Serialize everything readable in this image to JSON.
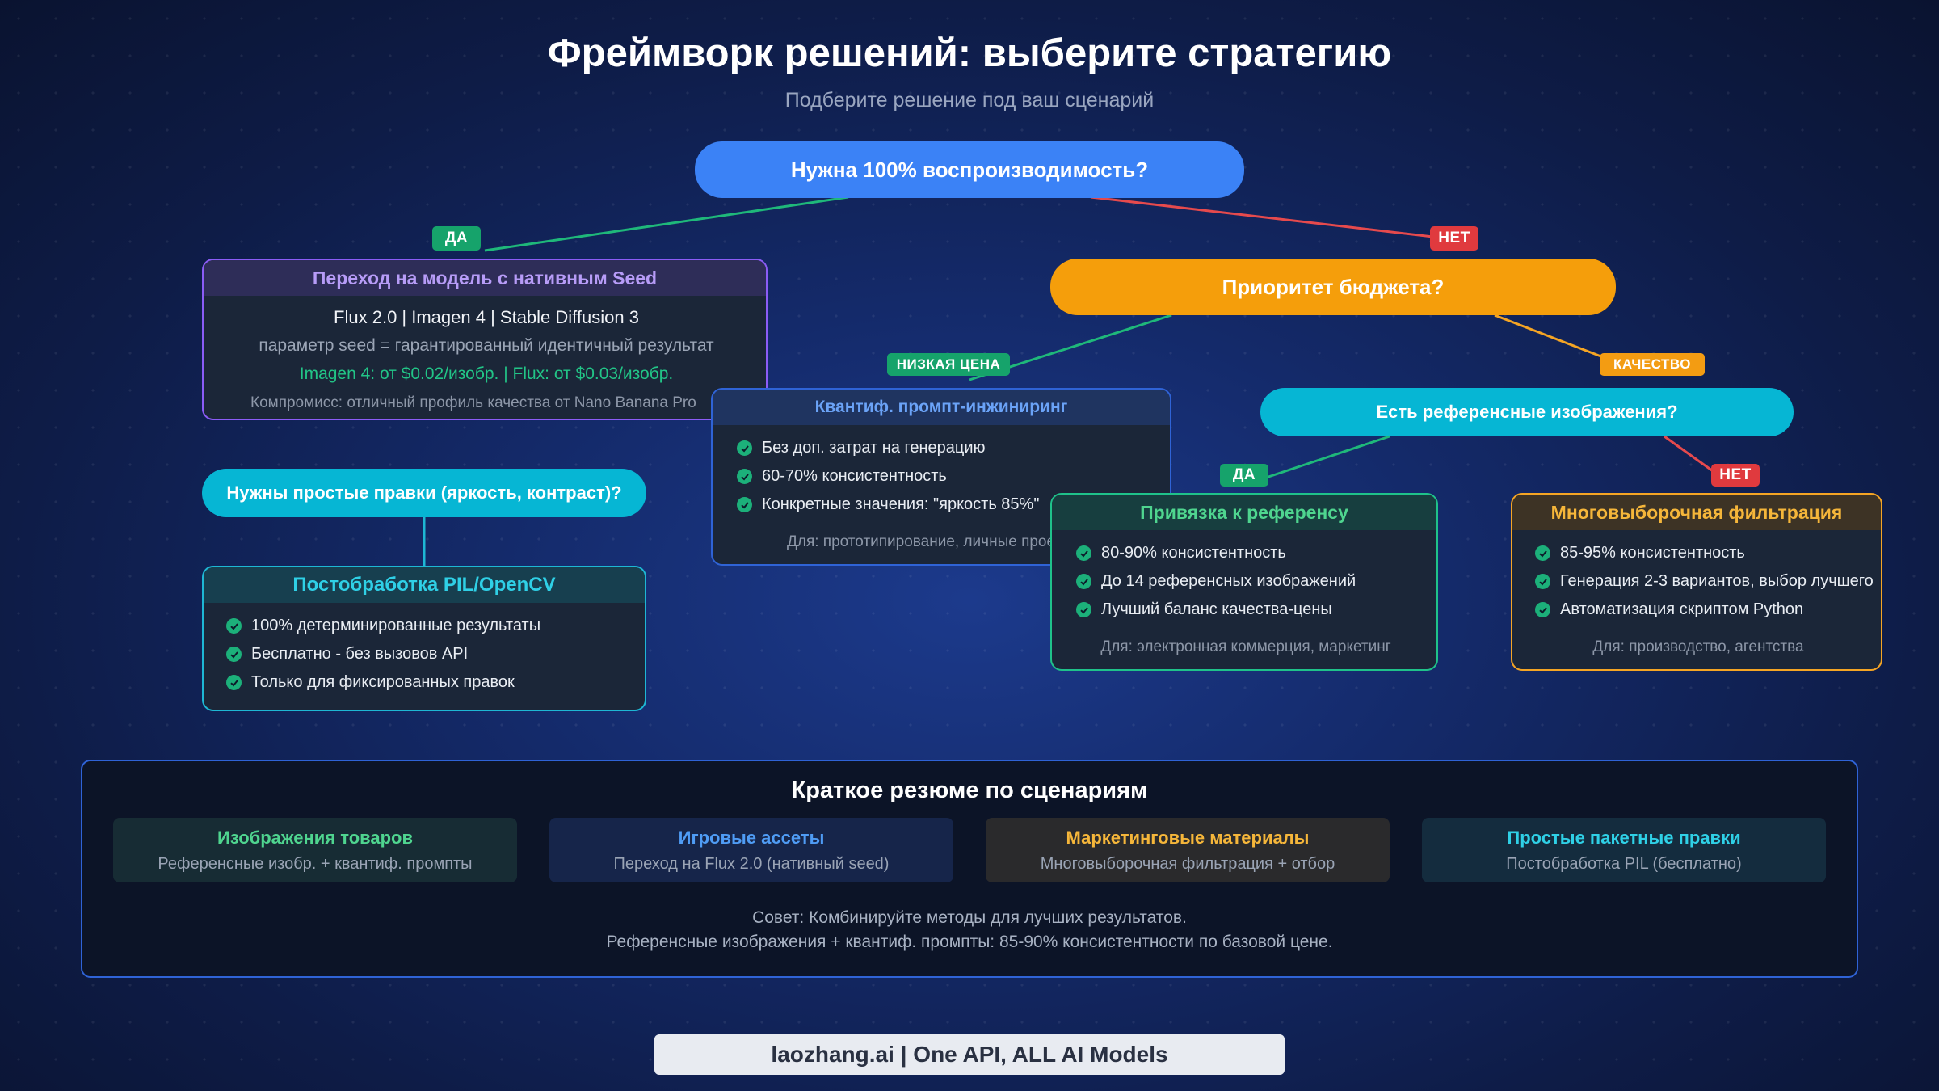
{
  "header": {
    "title": "Фреймворк решений: выберите стратегию",
    "subtitle": "Подберите решение под ваш сценарий"
  },
  "decisions": {
    "reproducibility": "Нужна 100% воспроизводимость?",
    "budget": "Приоритет бюджета?",
    "references": "Есть референсные изображения?",
    "simple_edits": "Нужны простые правки (яркость, контраст)?"
  },
  "tags": {
    "yes1": "ДА",
    "no1": "НЕТ",
    "low_price": "НИЗКАЯ ЦЕНА",
    "quality": "КАЧЕСТВО",
    "yes2": "ДА",
    "no2": "НЕТ"
  },
  "seed_card": {
    "title": "Переход на модель с нативным Seed",
    "models": "Flux 2.0 | Imagen 4 | Stable Diffusion 3",
    "seed_param": "параметр seed = гарантированный идентичный результат",
    "pricing": "Imagen 4: от $0.02/изобр. | Flux: от $0.03/изобр.",
    "tradeoff": "Компромисс: отличный профиль качества от Nano Banana Pro"
  },
  "prompt_card": {
    "title": "Квантиф. промпт-инжиниринг",
    "bullets": [
      "Без доп. затрат на генерацию",
      "60-70% консистентность",
      "Конкретные значения: \"яркость 85%\""
    ],
    "footer": "Для: прототипирование, личные проекты"
  },
  "reference_card": {
    "title": "Привязка к референсу",
    "bullets": [
      "80-90% консистентность",
      "До 14 референсных изображений",
      "Лучший баланс качества-цены"
    ],
    "footer": "Для: электронная коммерция, маркетинг"
  },
  "multi_card": {
    "title": "Многовыборочная фильтрация",
    "bullets": [
      "85-95% консистентность",
      "Генерация 2-3 вариантов, выбор лучшего",
      "Автоматизация скриптом Python"
    ],
    "footer": "Для: производство, агентства"
  },
  "pil_card": {
    "title": "Постобработка PIL/OpenCV",
    "bullets": [
      "100% детерминированные результаты",
      "Бесплатно - без вызовов API",
      "Только для фиксированных правок"
    ]
  },
  "summary": {
    "title": "Краткое резюме по сценариям",
    "items": [
      {
        "title": "Изображения товаров",
        "desc": "Референсные изобр. + квантиф. промпты",
        "color": "#4fd58f"
      },
      {
        "title": "Игровые ассеты",
        "desc": "Переход на Flux 2.0 (нативный seed)",
        "color": "#4f9cf5"
      },
      {
        "title": "Маркетинговые материалы",
        "desc": "Многовыборочная фильтрация + отбор",
        "color": "#f5b63a"
      },
      {
        "title": "Простые пакетные правки",
        "desc": "Постобработка PIL (бесплатно)",
        "color": "#2fd0e6"
      }
    ],
    "tip_line1": "Совет: Комбинируйте методы для лучших результатов.",
    "tip_line2": "Референсные изображения + квантиф. промпты: 85-90% консистентности по базовой цене."
  },
  "footer": {
    "brand": "laozhang.ai | One API, ALL AI Models"
  },
  "colors": {
    "blue": "#3b82f6",
    "orange": "#f59e0b",
    "cyan": "#06b6d4",
    "purple": "#8b5cf6",
    "green": "#16a36b",
    "red": "#e03a3e"
  }
}
